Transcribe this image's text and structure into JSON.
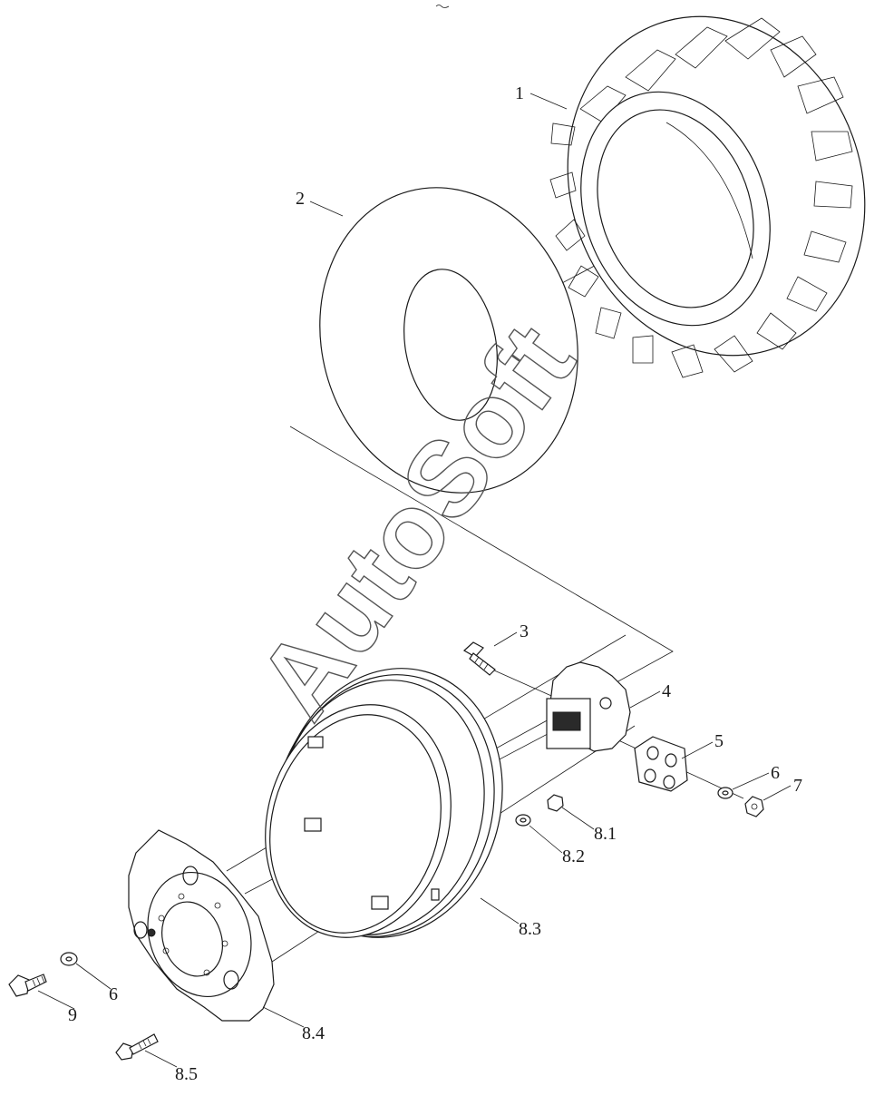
{
  "diagram": {
    "watermark": "AutoSoft",
    "callouts": [
      {
        "id": "1",
        "label": "1",
        "part": "tire"
      },
      {
        "id": "2",
        "label": "2",
        "part": "inner-tube"
      },
      {
        "id": "3",
        "label": "3",
        "part": "bolt"
      },
      {
        "id": "4",
        "label": "4",
        "part": "hub-flange"
      },
      {
        "id": "5",
        "label": "5",
        "part": "clamp-block"
      },
      {
        "id": "6a",
        "label": "6",
        "part": "washer"
      },
      {
        "id": "7",
        "label": "7",
        "part": "nut"
      },
      {
        "id": "8.1",
        "label": "8.1",
        "part": "rim-nut"
      },
      {
        "id": "8.2",
        "label": "8.2",
        "part": "rim-washer"
      },
      {
        "id": "8.3",
        "label": "8.3",
        "part": "rim"
      },
      {
        "id": "8.4",
        "label": "8.4",
        "part": "wheel-disc"
      },
      {
        "id": "8.5",
        "label": "8.5",
        "part": "rim-bolt"
      },
      {
        "id": "6b",
        "label": "6",
        "part": "washer"
      },
      {
        "id": "9",
        "label": "9",
        "part": "wheel-bolt"
      }
    ]
  },
  "colors": {
    "line": "#1a1a1a",
    "background": "#ffffff",
    "watermark": "#555555"
  }
}
